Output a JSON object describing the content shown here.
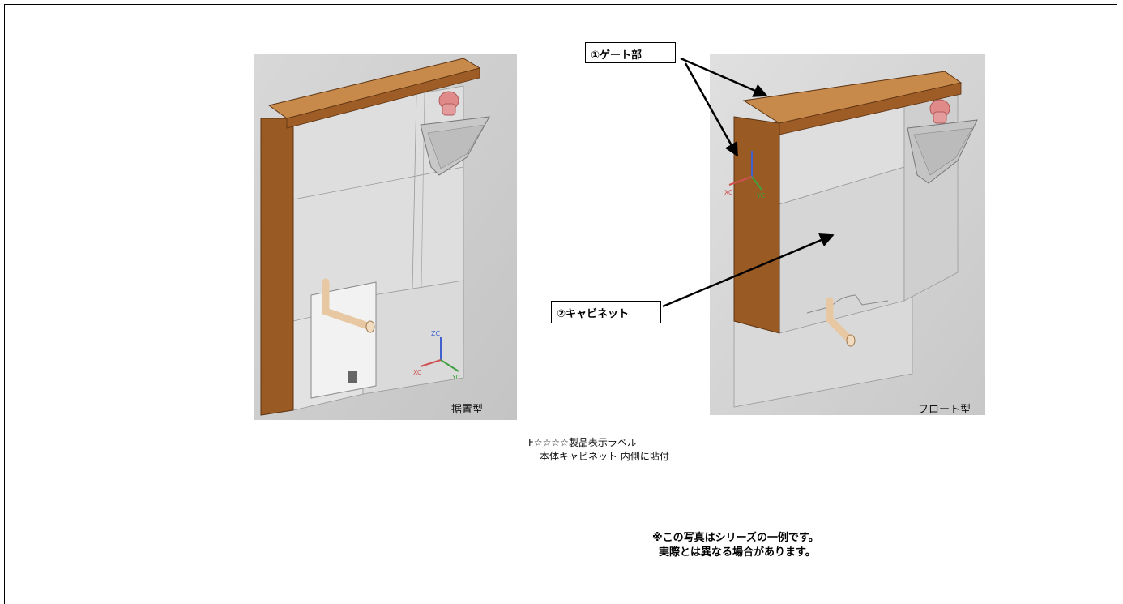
{
  "photos": {
    "left": {
      "caption": "据置型"
    },
    "right": {
      "caption": "フロート型"
    }
  },
  "axes": {
    "x": "XC",
    "y": "YC",
    "z": "ZC"
  },
  "callouts": {
    "gate": "①ゲート部",
    "cabinet": "②キャビネット"
  },
  "label_note": {
    "line1": "F☆☆☆☆製品表示ラベル",
    "line2": "本体キャビネット 内側に貼付"
  },
  "disclaimer": {
    "line1": "※この写真はシリーズの一例です。",
    "line2": "実際とは異なる場合があります。"
  },
  "colors": {
    "wood": "#a8642b",
    "wood_top": "#c98a4c",
    "panel": "#d4d4d4",
    "background": "#cfcfcf",
    "pink_faucet": "#e28a8a",
    "pipe": "#e9c9a3"
  }
}
